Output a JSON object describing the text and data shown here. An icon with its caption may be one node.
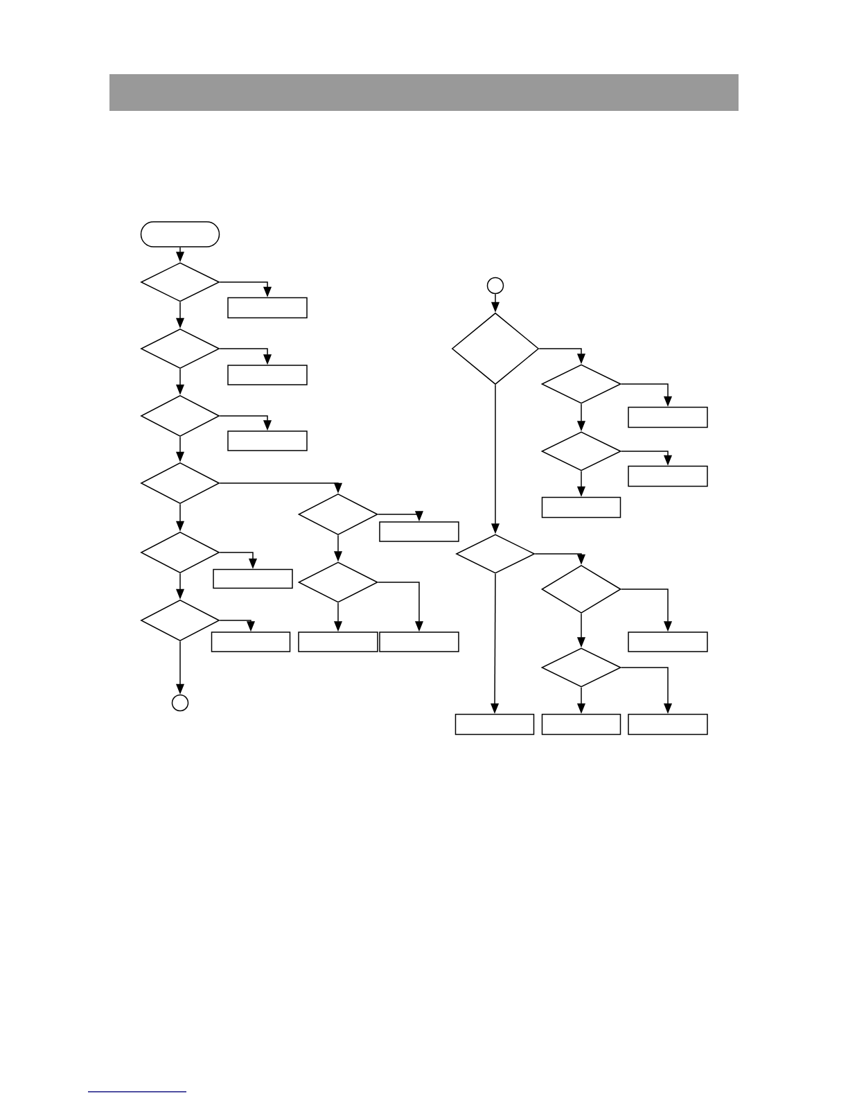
{
  "diagram": {
    "nodes": [
      {
        "text": [],
        "shape": "terminal"
      },
      {
        "text": [],
        "shape": "diamond"
      },
      {
        "text": [],
        "shape": "box"
      },
      {
        "text": [],
        "shape": "diamond"
      },
      {
        "text": [],
        "shape": "box"
      },
      {
        "text": [],
        "shape": "diamond"
      },
      {
        "text": [],
        "shape": "box"
      },
      {
        "text": [],
        "shape": "diamond"
      },
      {
        "text": [],
        "shape": "diamond"
      },
      {
        "text": [],
        "shape": "box"
      },
      {
        "text": [],
        "shape": "diamond"
      },
      {
        "text": [],
        "shape": "box"
      },
      {
        "text": [],
        "shape": "diamond"
      },
      {
        "text": [],
        "shape": "diamond"
      },
      {
        "text": [],
        "shape": "box"
      },
      {
        "text": [],
        "shape": "box"
      },
      {
        "text": [],
        "shape": "box"
      },
      {
        "text": [],
        "shape": "circle"
      },
      {
        "text": [],
        "shape": "circle"
      },
      {
        "text": [],
        "shape": "diamond"
      },
      {
        "text": [],
        "shape": "diamond"
      },
      {
        "text": [],
        "shape": "box"
      },
      {
        "text": [],
        "shape": "diamond"
      },
      {
        "text": [],
        "shape": "box"
      },
      {
        "text": [],
        "shape": "box"
      },
      {
        "text": [],
        "shape": "diamond"
      },
      {
        "text": [],
        "shape": "diamond"
      },
      {
        "text": [],
        "shape": "box"
      },
      {
        "text": [],
        "shape": "diamond"
      },
      {
        "text": [],
        "shape": "box"
      },
      {
        "text": [],
        "shape": "box"
      },
      {
        "text": [],
        "shape": "box"
      }
    ],
    "edges": [
      {
        "from": 0,
        "to": 1,
        "arrow": "to"
      },
      {
        "from": 1,
        "to": 2,
        "arrow": "to"
      },
      {
        "from": 1,
        "to": 3,
        "arrow": "to"
      },
      {
        "from": 3,
        "to": 4,
        "arrow": "to"
      },
      {
        "from": 3,
        "to": 5,
        "arrow": "to"
      },
      {
        "from": 5,
        "to": 6,
        "arrow": "to"
      },
      {
        "from": 5,
        "to": 7,
        "arrow": "to"
      },
      {
        "from": 7,
        "to": 8,
        "arrow": "to"
      },
      {
        "from": 7,
        "to": 10,
        "arrow": "to"
      },
      {
        "from": 8,
        "to": 9,
        "arrow": "to"
      },
      {
        "from": 8,
        "to": 12,
        "arrow": "to"
      },
      {
        "from": 10,
        "to": 11,
        "arrow": "to"
      },
      {
        "from": 10,
        "to": 13,
        "arrow": "to"
      },
      {
        "from": 12,
        "to": 15,
        "arrow": "to"
      },
      {
        "from": 12,
        "to": 16,
        "arrow": "to"
      },
      {
        "from": 13,
        "to": 14,
        "arrow": "to"
      },
      {
        "from": 13,
        "to": 17,
        "arrow": "to"
      },
      {
        "from": 18,
        "to": 19,
        "arrow": "to"
      },
      {
        "from": 19,
        "to": 20,
        "arrow": "to"
      },
      {
        "from": 19,
        "to": 25,
        "arrow": "to"
      },
      {
        "from": 20,
        "to": 21,
        "arrow": "to"
      },
      {
        "from": 20,
        "to": 22,
        "arrow": "to"
      },
      {
        "from": 22,
        "to": 23,
        "arrow": "to"
      },
      {
        "from": 22,
        "to": 24,
        "arrow": "to"
      },
      {
        "from": 25,
        "to": 26,
        "arrow": "to"
      },
      {
        "from": 25,
        "to": 29,
        "arrow": "to"
      },
      {
        "from": 26,
        "to": 27,
        "arrow": "to"
      },
      {
        "from": 26,
        "to": 28,
        "arrow": "to"
      },
      {
        "from": 28,
        "to": 30,
        "arrow": "to"
      },
      {
        "from": 28,
        "to": 31,
        "arrow": "to"
      }
    ]
  }
}
